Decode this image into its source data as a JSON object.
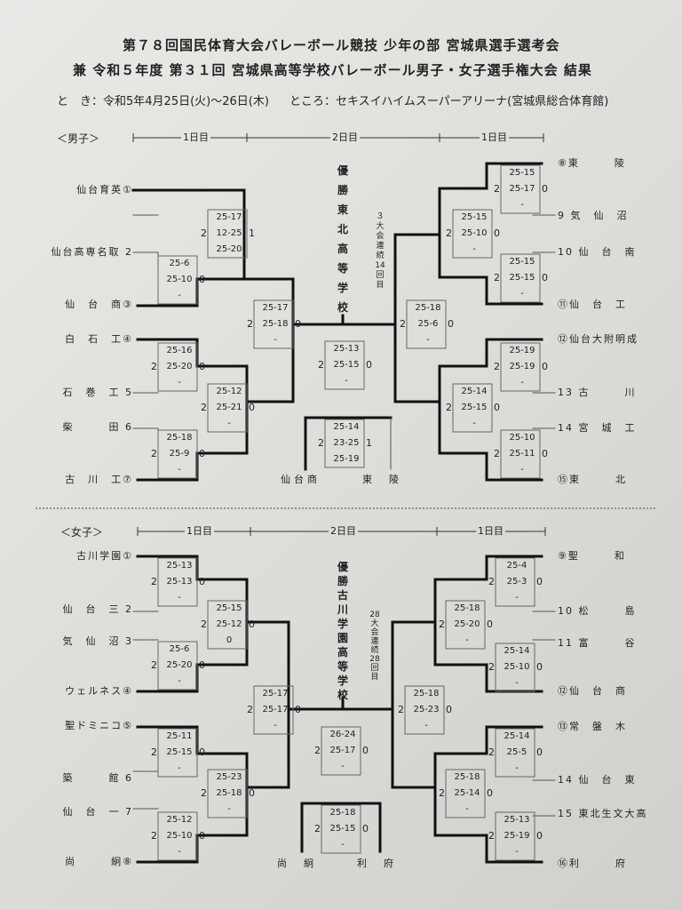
{
  "header": {
    "line1": "第７８回国民体育大会バレーボール競技 少年の部 宮城県選手選考会",
    "line2": "兼 令和５年度 第３１回 宮城県高等学校バレーボール男子・女子選手権大会 結果",
    "date": "と　き：令和5年4月25日(火)～26日(木)",
    "place": "ところ：セキスイハイムスーパーアリーナ(宮城県総合体育館)"
  },
  "days": {
    "day1": "1日目",
    "day2": "2日目"
  },
  "boys": {
    "label": "＜男子＞",
    "champion": [
      "優",
      "勝",
      "東",
      "北",
      "高",
      "等",
      "学",
      "校"
    ],
    "note": [
      "３",
      "大",
      "会",
      "連",
      "続",
      "14",
      "回",
      "目"
    ],
    "left_teams": [
      "仙台育英①",
      "仙台高専名取 2",
      "仙　台　商③",
      "白　石　工④",
      "石　巻　工 5",
      "柴　　　田 6",
      "古　川　工⑦"
    ],
    "right_teams": [
      "⑧東　　　陵",
      "9 気　仙　沼",
      "10 仙　台　南",
      "⑪仙　台　工",
      "⑫仙台大附明成",
      "13 古　　　川",
      "14 宮　城　工",
      "⑮東　　　北"
    ],
    "matches": {
      "l1": {
        "w": "",
        "s1": "25-6",
        "s2": "25-10",
        "s3": "-",
        "l": "0"
      },
      "l2": {
        "w": "2",
        "s1": "25-16",
        "s2": "25-20",
        "s3": "-",
        "l": "0"
      },
      "l3": {
        "w": "2",
        "s1": "25-18",
        "s2": "25-9",
        "s3": "-",
        "l": "0"
      },
      "l4": {
        "w": "2",
        "s1": "25-17",
        "s2": "12-25",
        "s3": "25-20",
        "l": "1"
      },
      "l5": {
        "w": "2",
        "s1": "25-12",
        "s2": "25-21",
        "s3": "-",
        "l": "0"
      },
      "l6": {
        "w": "2",
        "s1": "25-17",
        "s2": "25-18",
        "s3": "-",
        "l": "0"
      },
      "r1": {
        "w": "2",
        "s1": "25-15",
        "s2": "25-17",
        "s3": "-",
        "l": "0"
      },
      "r2": {
        "w": "2",
        "s1": "25-15",
        "s2": "25-15",
        "s3": "-",
        "l": "0"
      },
      "r3": {
        "w": "2",
        "s1": "25-19",
        "s2": "25-19",
        "s3": "-",
        "l": "0"
      },
      "r4": {
        "w": "2",
        "s1": "25-10",
        "s2": "25-11",
        "s3": "-",
        "l": "0"
      },
      "r5": {
        "w": "2",
        "s1": "25-15",
        "s2": "25-10",
        "s3": "-",
        "l": "0"
      },
      "r6": {
        "w": "2",
        "s1": "25-14",
        "s2": "25-15",
        "s3": "-",
        "l": "0"
      },
      "r7": {
        "w": "2",
        "s1": "25-18",
        "s2": "25-6",
        "s3": "-",
        "l": "0"
      },
      "final": {
        "w": "2",
        "s1": "25-13",
        "s2": "25-15",
        "s3": "-",
        "l": "0"
      },
      "third": {
        "w": "2",
        "s1": "25-14",
        "s2": "23-25",
        "s3": "25-19",
        "l": "1"
      }
    },
    "bottom": {
      "left": "仙台商",
      "right": "東　陵"
    }
  },
  "girls": {
    "label": "＜女子＞",
    "champion": [
      "優",
      "勝",
      "古",
      "川",
      "学",
      "園",
      "高",
      "等",
      "学",
      "校"
    ],
    "note": [
      "28",
      "大",
      "会",
      "連",
      "続",
      "28",
      "回",
      "目"
    ],
    "left_teams": [
      "古川学園①",
      "仙　台　三 2",
      "気　仙　沼 3",
      "ウェルネス④",
      "聖ドミニコ⑤",
      "築　　　館 6",
      "仙　台　一 7",
      "尚　　　絅⑧"
    ],
    "right_teams": [
      "⑨聖　　　和",
      "10 松　　　島",
      "11 富　　　谷",
      "⑫仙　台　商",
      "⑬常　盤　木",
      "14 仙　台　東",
      "15 東北生文大高",
      "⑯利　　　府"
    ],
    "matches": {
      "l1": {
        "w": "2",
        "s1": "25-13",
        "s2": "25-13",
        "s3": "-",
        "l": "0"
      },
      "l2": {
        "w": "2",
        "s1": "25-6",
        "s2": "25-20",
        "s3": "-",
        "l": "0"
      },
      "l3": {
        "w": "2",
        "s1": "25-11",
        "s2": "25-15",
        "s3": "-",
        "l": "0"
      },
      "l4": {
        "w": "2",
        "s1": "25-12",
        "s2": "25-10",
        "s3": "-",
        "l": "0"
      },
      "l5": {
        "w": "2",
        "s1": "25-15",
        "s2": "25-12",
        "s3": "0",
        "l": "0"
      },
      "l6": {
        "w": "2",
        "s1": "25-23",
        "s2": "25-18",
        "s3": "-",
        "l": "0"
      },
      "l7": {
        "w": "2",
        "s1": "25-17",
        "s2": "25-17",
        "s3": "-",
        "l": "0"
      },
      "r1": {
        "w": "2",
        "s1": "25-4",
        "s2": "25-3",
        "s3": "-",
        "l": "0"
      },
      "r2": {
        "w": "2",
        "s1": "25-14",
        "s2": "25-10",
        "s3": "-",
        "l": "0"
      },
      "r3": {
        "w": "2",
        "s1": "25-14",
        "s2": "25-5",
        "s3": "-",
        "l": "0"
      },
      "r4": {
        "w": "2",
        "s1": "25-13",
        "s2": "25-19",
        "s3": "-",
        "l": "0"
      },
      "r5": {
        "w": "2",
        "s1": "25-18",
        "s2": "25-20",
        "s3": "-",
        "l": "0"
      },
      "r6": {
        "w": "2",
        "s1": "25-18",
        "s2": "25-14",
        "s3": "-",
        "l": "0"
      },
      "r7": {
        "w": "2",
        "s1": "25-18",
        "s2": "25-23",
        "s3": "-",
        "l": "0"
      },
      "final": {
        "w": "2",
        "s1": "26-24",
        "s2": "25-17",
        "s3": "-",
        "l": "0"
      },
      "third": {
        "w": "2",
        "s1": "25-18",
        "s2": "25-15",
        "s3": "-",
        "l": "0"
      }
    },
    "bottom": {
      "left": "尚　絅",
      "right": "利　府"
    }
  }
}
